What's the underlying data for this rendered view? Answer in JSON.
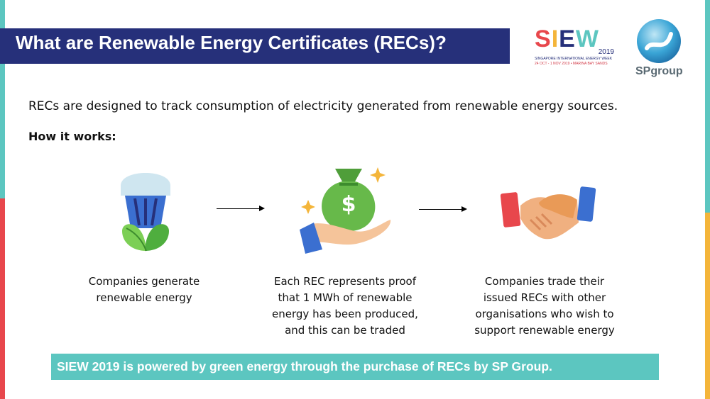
{
  "title": "What are Renewable Energy Certificates (RECs)?",
  "logos": {
    "siew": {
      "word": "SIEW",
      "year": "2019",
      "line1": "SINGAPORE INTERNATIONAL ENERGY WEEK",
      "line2": "24 OCT - 1 NOV 2019 • MARINA BAY SANDS"
    },
    "sp": {
      "word": "SPgroup"
    }
  },
  "intro": "RECs are designed to track consumption of electricity generated from renewable energy sources.",
  "how_heading": "How it works:",
  "steps": [
    {
      "icon": "eco-light-bulb-icon",
      "lines": [
        "Companies generate",
        "renewable energy"
      ]
    },
    {
      "icon": "money-bag-hand-icon",
      "lines": [
        "Each REC represents proof",
        "that 1 MWh of renewable",
        "energy has been produced,",
        "and this can be traded"
      ]
    },
    {
      "icon": "handshake-icon",
      "lines": [
        "Companies trade their",
        "issued RECs with other",
        "organisations who wish to",
        "support renewable energy"
      ]
    }
  ],
  "bag_symbol": "$",
  "banner": "SIEW 2019 is powered by green energy through the purchase of RECs by SP Group.",
  "colors": {
    "title_bar": "#26307a",
    "banner": "#5cc6c0",
    "edge_teal": "#5cc6c0",
    "edge_red": "#e8474c",
    "edge_yellow": "#f4b53a"
  }
}
